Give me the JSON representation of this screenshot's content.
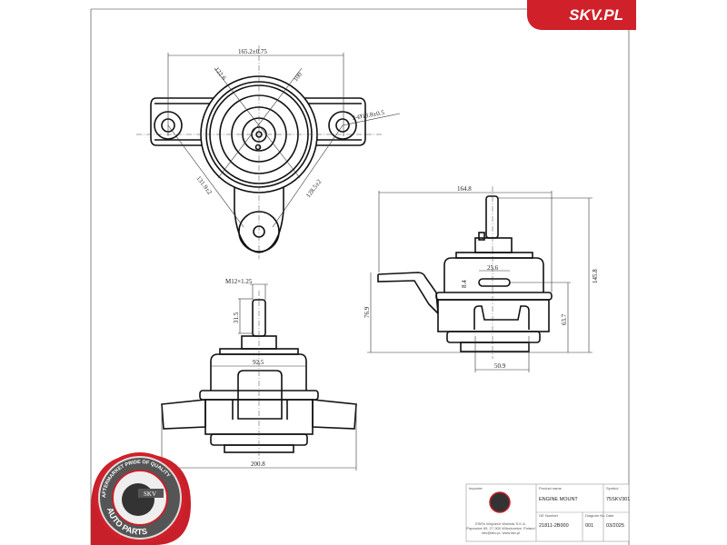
{
  "brand": {
    "logo_text": "SKV.PL",
    "color": "#d0202a"
  },
  "badge": {
    "ring_text": "AFTERMARKET PRIDE OF QUALITY",
    "center_text": "SKV",
    "bottom_text": "AUTO PARTS"
  },
  "dimensions": {
    "top_width": "165.2±0.75",
    "top_r1": "122.6",
    "top_r2": "100",
    "holes": "3-Ø13.8±0.5",
    "top_diag_left": "131.9±2",
    "top_diag_right": "128.5±2",
    "side_width": "164.8",
    "side_height": "145.8",
    "side_bracket_height": "76.9",
    "side_slot_height": "63.7",
    "side_slot_width": "25.6",
    "side_slot_gap": "8.4",
    "side_base": "50.9",
    "front_thread": "M12×1.25",
    "front_stud": "31.5",
    "front_body": "92.5",
    "front_width": "200.8"
  },
  "title_block": {
    "importer_label": "Importer",
    "importer_lines": [
      "ESEN Wojciech Wolniak S.K.A.",
      "Papowice 65, 27-300 Wilczkowice, Poland",
      "info@skv.pl, www.skv.pl"
    ],
    "product_name_label": "Product name",
    "product_name": "ENGINE MOUNT",
    "symbol_label": "Symbol",
    "symbol": "75SKV301",
    "oe_label": "OE Number",
    "oe_number": "21811-2B000",
    "diagram_label": "Diagram No",
    "diagram_no": "001",
    "date_label": "Date",
    "date": "03/2025"
  }
}
